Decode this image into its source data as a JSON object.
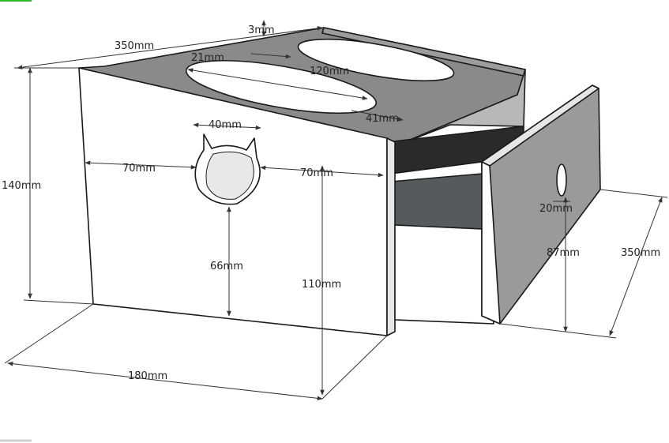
{
  "diagram": {
    "subject": "cat feeder box with drawer",
    "colors": {
      "panel": "#ffffff",
      "top_surface": "#8a8a8a",
      "drawer_front": "#9a9a9a",
      "drawer_inner": "#555a5d",
      "interior_dark": "#2a2a2a",
      "outline": "#1a1a1a",
      "accent_green": "#2eb82e"
    },
    "dimensions": {
      "top_depth": "350mm",
      "wall_thickness": "3mm",
      "bowl_inset": "21mm",
      "bowl_diameter": "120mm",
      "bowl_edge_gap": "41mm",
      "cat_hole_width": "40mm",
      "left_margin": "70mm",
      "right_margin": "70mm",
      "total_height": "140mm",
      "hole_bottom_height": "66mm",
      "front_panel_height": "110mm",
      "front_width": "180mm",
      "drawer_knob_hole": "20mm",
      "drawer_height": "87mm",
      "drawer_depth": "350mm"
    }
  }
}
